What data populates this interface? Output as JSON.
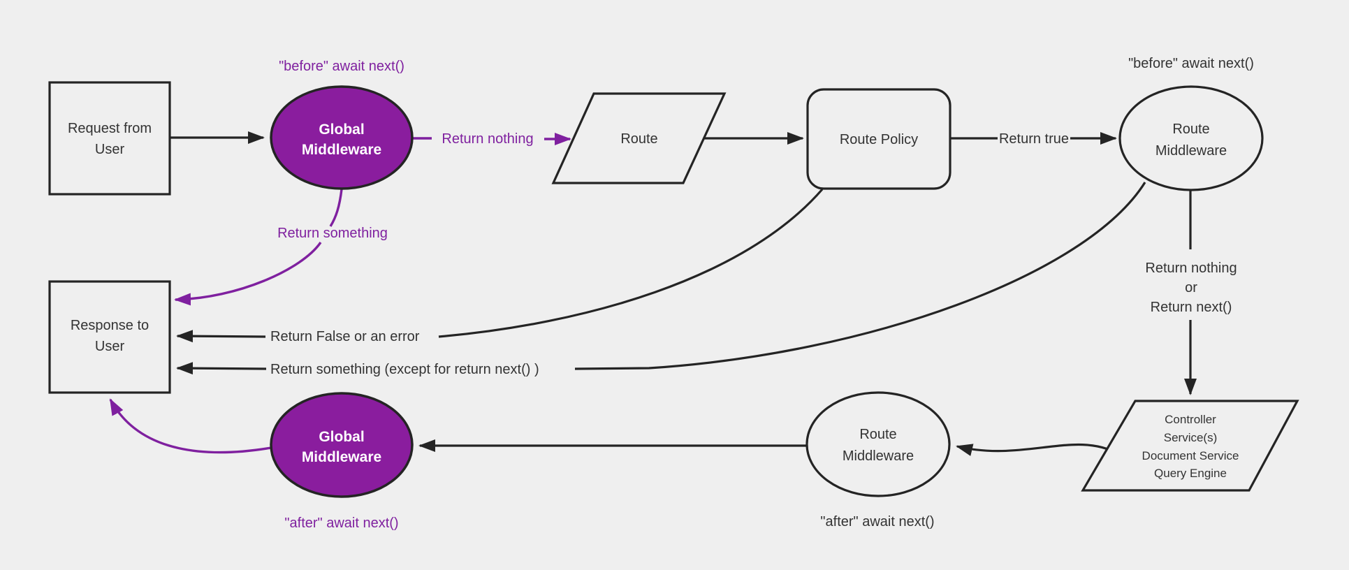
{
  "theme": {
    "background": "#efefef",
    "node_fill": "#efefef",
    "line_color": "#242424",
    "text_color": "#333333",
    "purple_node_fill": "#8a1d9e",
    "purple_accent": "#7f209f"
  },
  "nodes": {
    "request": {
      "line1": "Request from",
      "line2": "User"
    },
    "global_middleware_top": {
      "line1": "Global",
      "line2": "Middleware"
    },
    "route": {
      "label": "Route"
    },
    "route_policy": {
      "label": "Route Policy"
    },
    "route_middleware_top": {
      "line1": "Route",
      "line2": "Middleware"
    },
    "controller": {
      "line1": "Controller",
      "line2": "Service(s)",
      "line3": "Document Service",
      "line4": "Query Engine"
    },
    "route_middleware_bottom": {
      "line1": "Route",
      "line2": "Middleware"
    },
    "global_middleware_bottom": {
      "line1": "Global",
      "line2": "Middleware"
    },
    "response": {
      "line1": "Response to",
      "line2": "User"
    }
  },
  "labels": {
    "before_await_left": "\"before\" await next()",
    "before_await_right": "\"before\" await next()",
    "return_nothing": "Return nothing",
    "return_true": "Return true",
    "return_something": "Return something",
    "return_nothing_or_1": "Return nothing",
    "return_nothing_or_2": "or",
    "return_nothing_or_3": "Return next()",
    "return_false_or_error": "Return False or an error",
    "return_something_except": "Return something (except for return next() )",
    "after_await_middle": "\"after\" await next()",
    "after_await_left": "\"after\" await next()"
  }
}
